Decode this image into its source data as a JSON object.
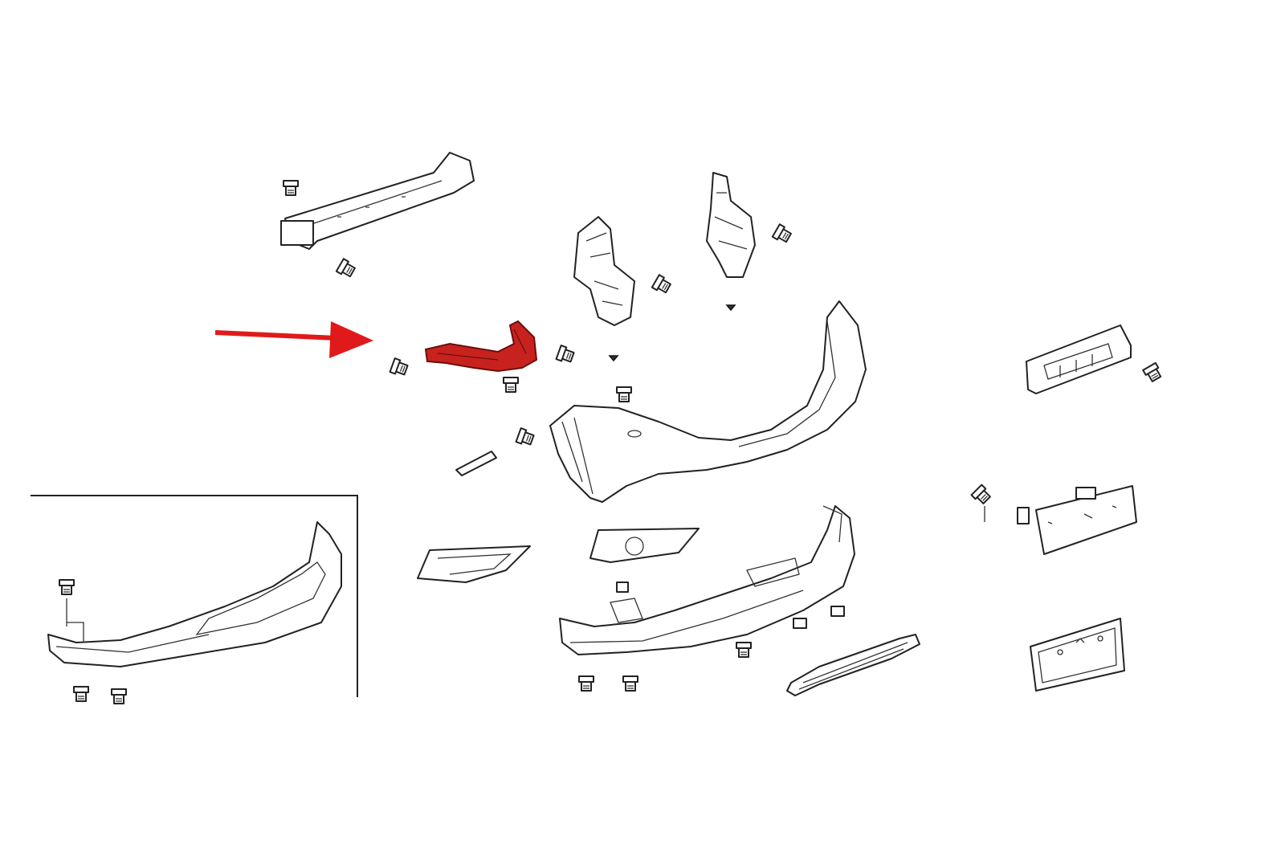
{
  "diagram": {
    "type": "exploded-parts-diagram",
    "highlight_color": "#c8221e",
    "arrow_color": "#e01a1a",
    "line_color": "#222222",
    "parts": [
      "bumper-beam",
      "left-bracket",
      "right-bracket",
      "highlighted-bracket",
      "bumper-cover",
      "inset-lower-bumper",
      "fog-light-bezel-left",
      "fog-light-bezel-right",
      "lower-bumper",
      "lower-grille",
      "license-plate-base",
      "license-plate-bracket",
      "license-plate-frame",
      "bolts"
    ]
  }
}
